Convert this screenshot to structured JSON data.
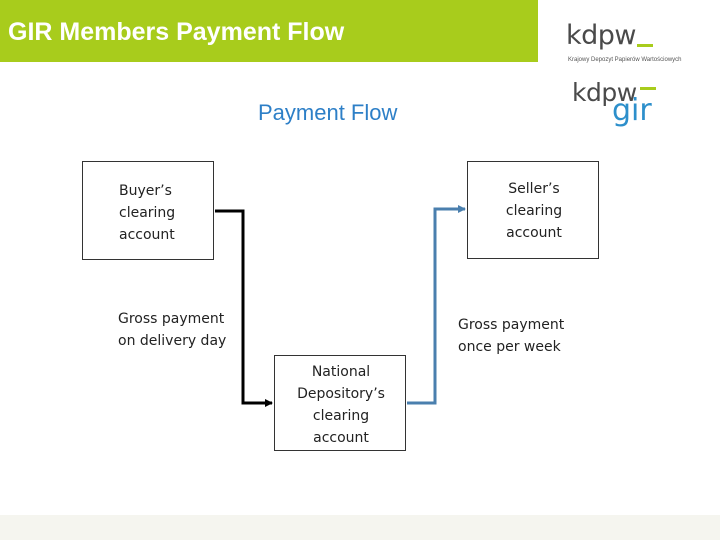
{
  "header": {
    "title": "GIR Members Payment Flow",
    "brand_color": "#a8cc1c"
  },
  "logos": {
    "kdpw": {
      "text": "kdpw",
      "subtitle": "Krajowy Depozyt Papierów Wartościowych"
    },
    "kdpw_gir": {
      "text": "kdpw",
      "gir": "gir"
    }
  },
  "diagram": {
    "title": "Payment Flow",
    "nodes": {
      "buyer": "Buyer’s\nclearing\naccount",
      "seller": "Seller’s\nclearing\naccount",
      "national": "National\nDepository’s\nclearing\naccount"
    },
    "edge_labels": {
      "buyer_to_national": "Gross payment\non delivery day",
      "national_to_seller": "Gross payment\nonce per week"
    },
    "colors": {
      "buyer_flow": "#000000",
      "seller_flow": "#4a7fae"
    }
  }
}
